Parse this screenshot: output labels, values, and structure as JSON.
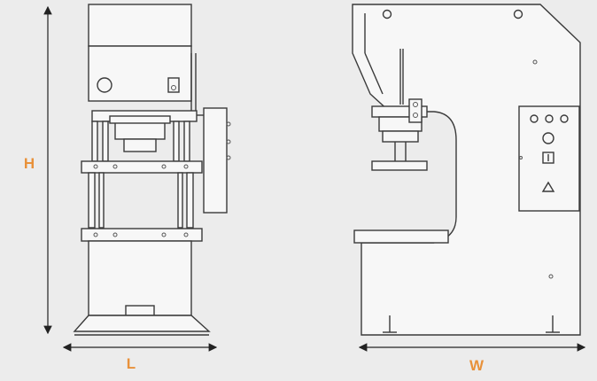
{
  "dimensions": {
    "height_label": "H",
    "length_label": "L",
    "width_label": "W"
  },
  "colors": {
    "label": "#e8913a",
    "lines": "#3a3a3a",
    "background": "#ececec"
  }
}
